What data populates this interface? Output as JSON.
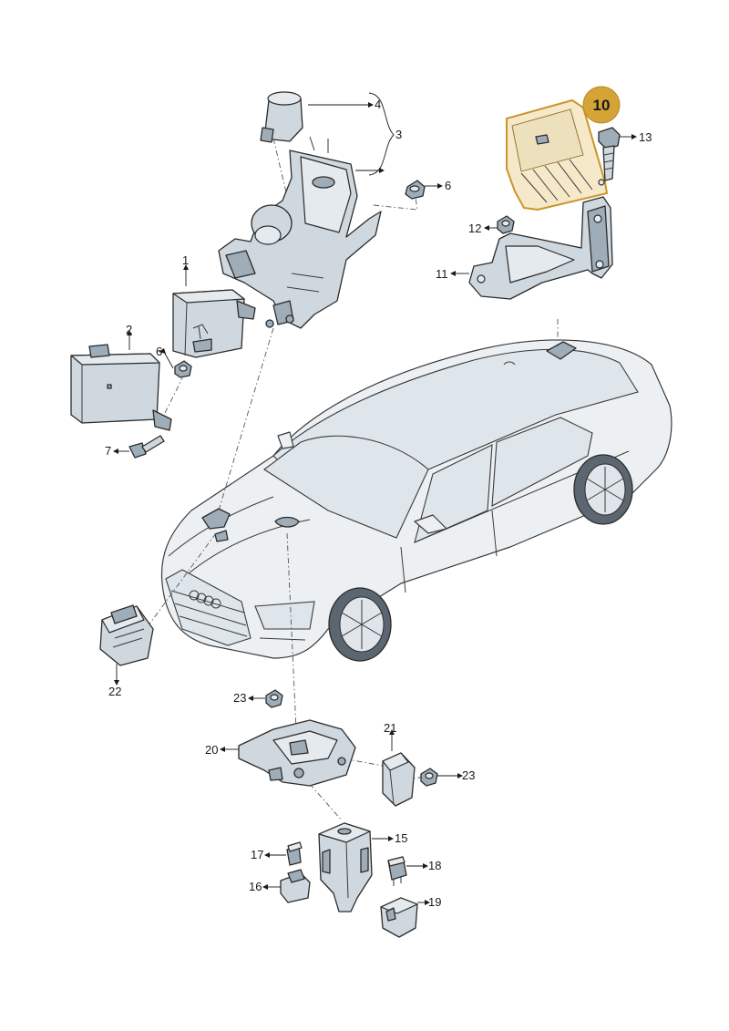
{
  "callouts": {
    "c1": "1",
    "c2": "2",
    "c3": "3",
    "c4": "4",
    "c6a": "6",
    "c6b": "6",
    "c7": "7",
    "c10": "10",
    "c11": "11",
    "c12": "12",
    "c13": "13",
    "c15": "15",
    "c16": "16",
    "c17": "17",
    "c18": "18",
    "c19": "19",
    "c20": "20",
    "c21": "21",
    "c22": "22",
    "c23a": "23",
    "c23b": "23"
  },
  "highlight_color": "#c9962a",
  "badge_color": "#d4a437"
}
